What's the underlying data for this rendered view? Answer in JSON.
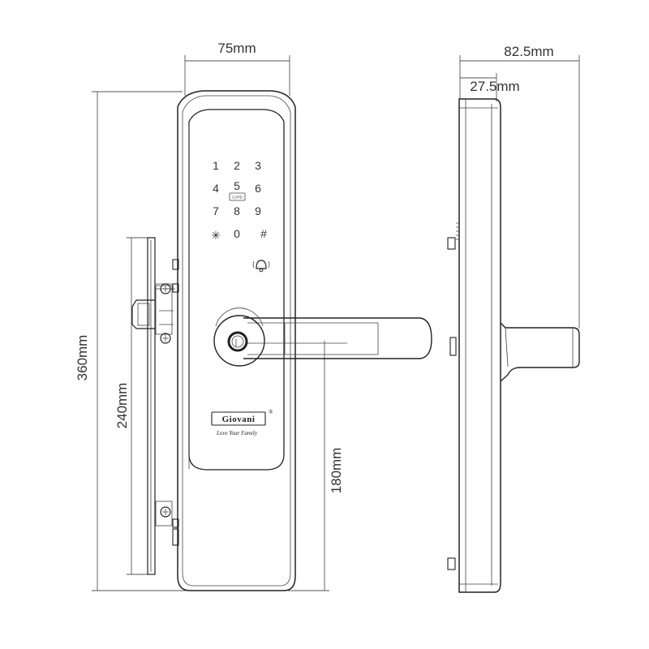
{
  "dimensions": {
    "width_front": "75mm",
    "depth_total": "82.5mm",
    "depth_body": "27.5mm",
    "height_total": "360mm",
    "mortise_height": "240mm",
    "handle_height": "180mm"
  },
  "keypad": {
    "keys": [
      "1",
      "2",
      "3",
      "4",
      "5",
      "6",
      "7",
      "8",
      "9",
      "✳",
      "0",
      "#"
    ],
    "card_label": "CARD"
  },
  "brand": {
    "name": "Giovani",
    "registered": "®",
    "tagline": "Love Your Family"
  },
  "colors": {
    "line": "#222222",
    "dimension": "#555555",
    "background": "#ffffff"
  }
}
